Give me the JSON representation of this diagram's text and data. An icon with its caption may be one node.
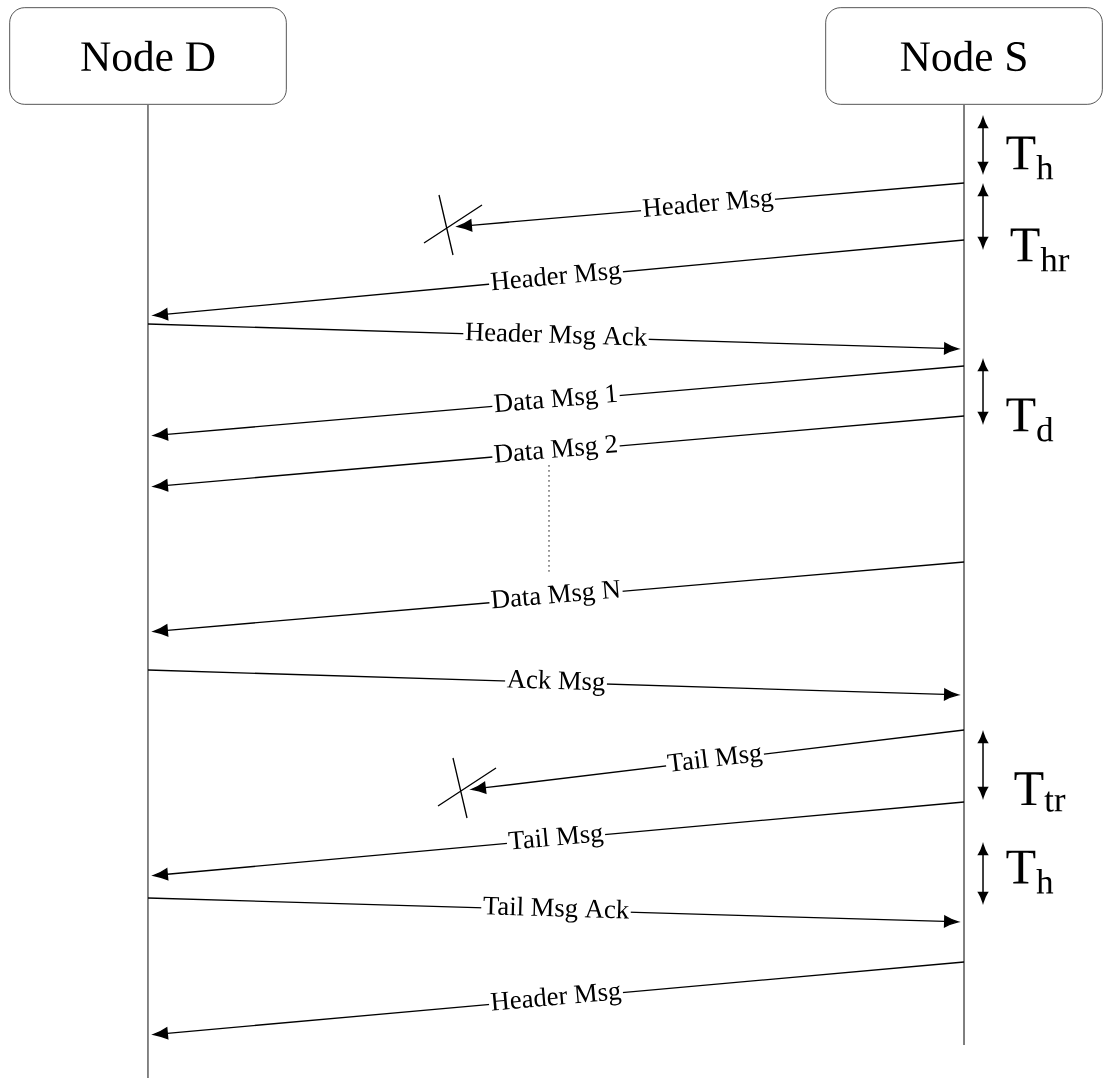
{
  "diagram": {
    "nodes": [
      {
        "text": [
          "Node D"
        ]
      },
      {
        "text": [
          "Node S"
        ]
      },
      {
        "text": [],
        "shape": "line"
      },
      {
        "text": [],
        "shape": "line"
      }
    ],
    "edges": [
      {
        "from": 3,
        "to": null,
        "arrow": "to",
        "label": "Header Msg"
      },
      {
        "from": 3,
        "to": 2,
        "arrow": "to",
        "label": "Header Msg"
      },
      {
        "from": 2,
        "to": 3,
        "arrow": "to",
        "label": "Header Msg Ack"
      },
      {
        "from": 3,
        "to": 2,
        "arrow": "to",
        "label": "Data Msg 1"
      },
      {
        "from": 3,
        "to": 2,
        "arrow": "to",
        "label": "Data Msg 2"
      },
      {
        "from": 3,
        "to": 2,
        "arrow": "to",
        "label": "Data Msg N"
      },
      {
        "from": 2,
        "to": 3,
        "arrow": "to",
        "label": "Ack Msg"
      },
      {
        "from": 3,
        "to": null,
        "arrow": "to",
        "label": "Tail Msg"
      },
      {
        "from": 3,
        "to": 2,
        "arrow": "to",
        "label": "Tail Msg"
      },
      {
        "from": 2,
        "to": 3,
        "arrow": "to",
        "label": "Tail Msg Ack"
      },
      {
        "from": 3,
        "to": 2,
        "arrow": "to",
        "label": "Header Msg"
      }
    ],
    "labels": [
      "T$_{h}$",
      "T$_{hr}$",
      "T$_{d}$",
      "T$_{tr}$",
      "T$_{h}$"
    ]
  }
}
